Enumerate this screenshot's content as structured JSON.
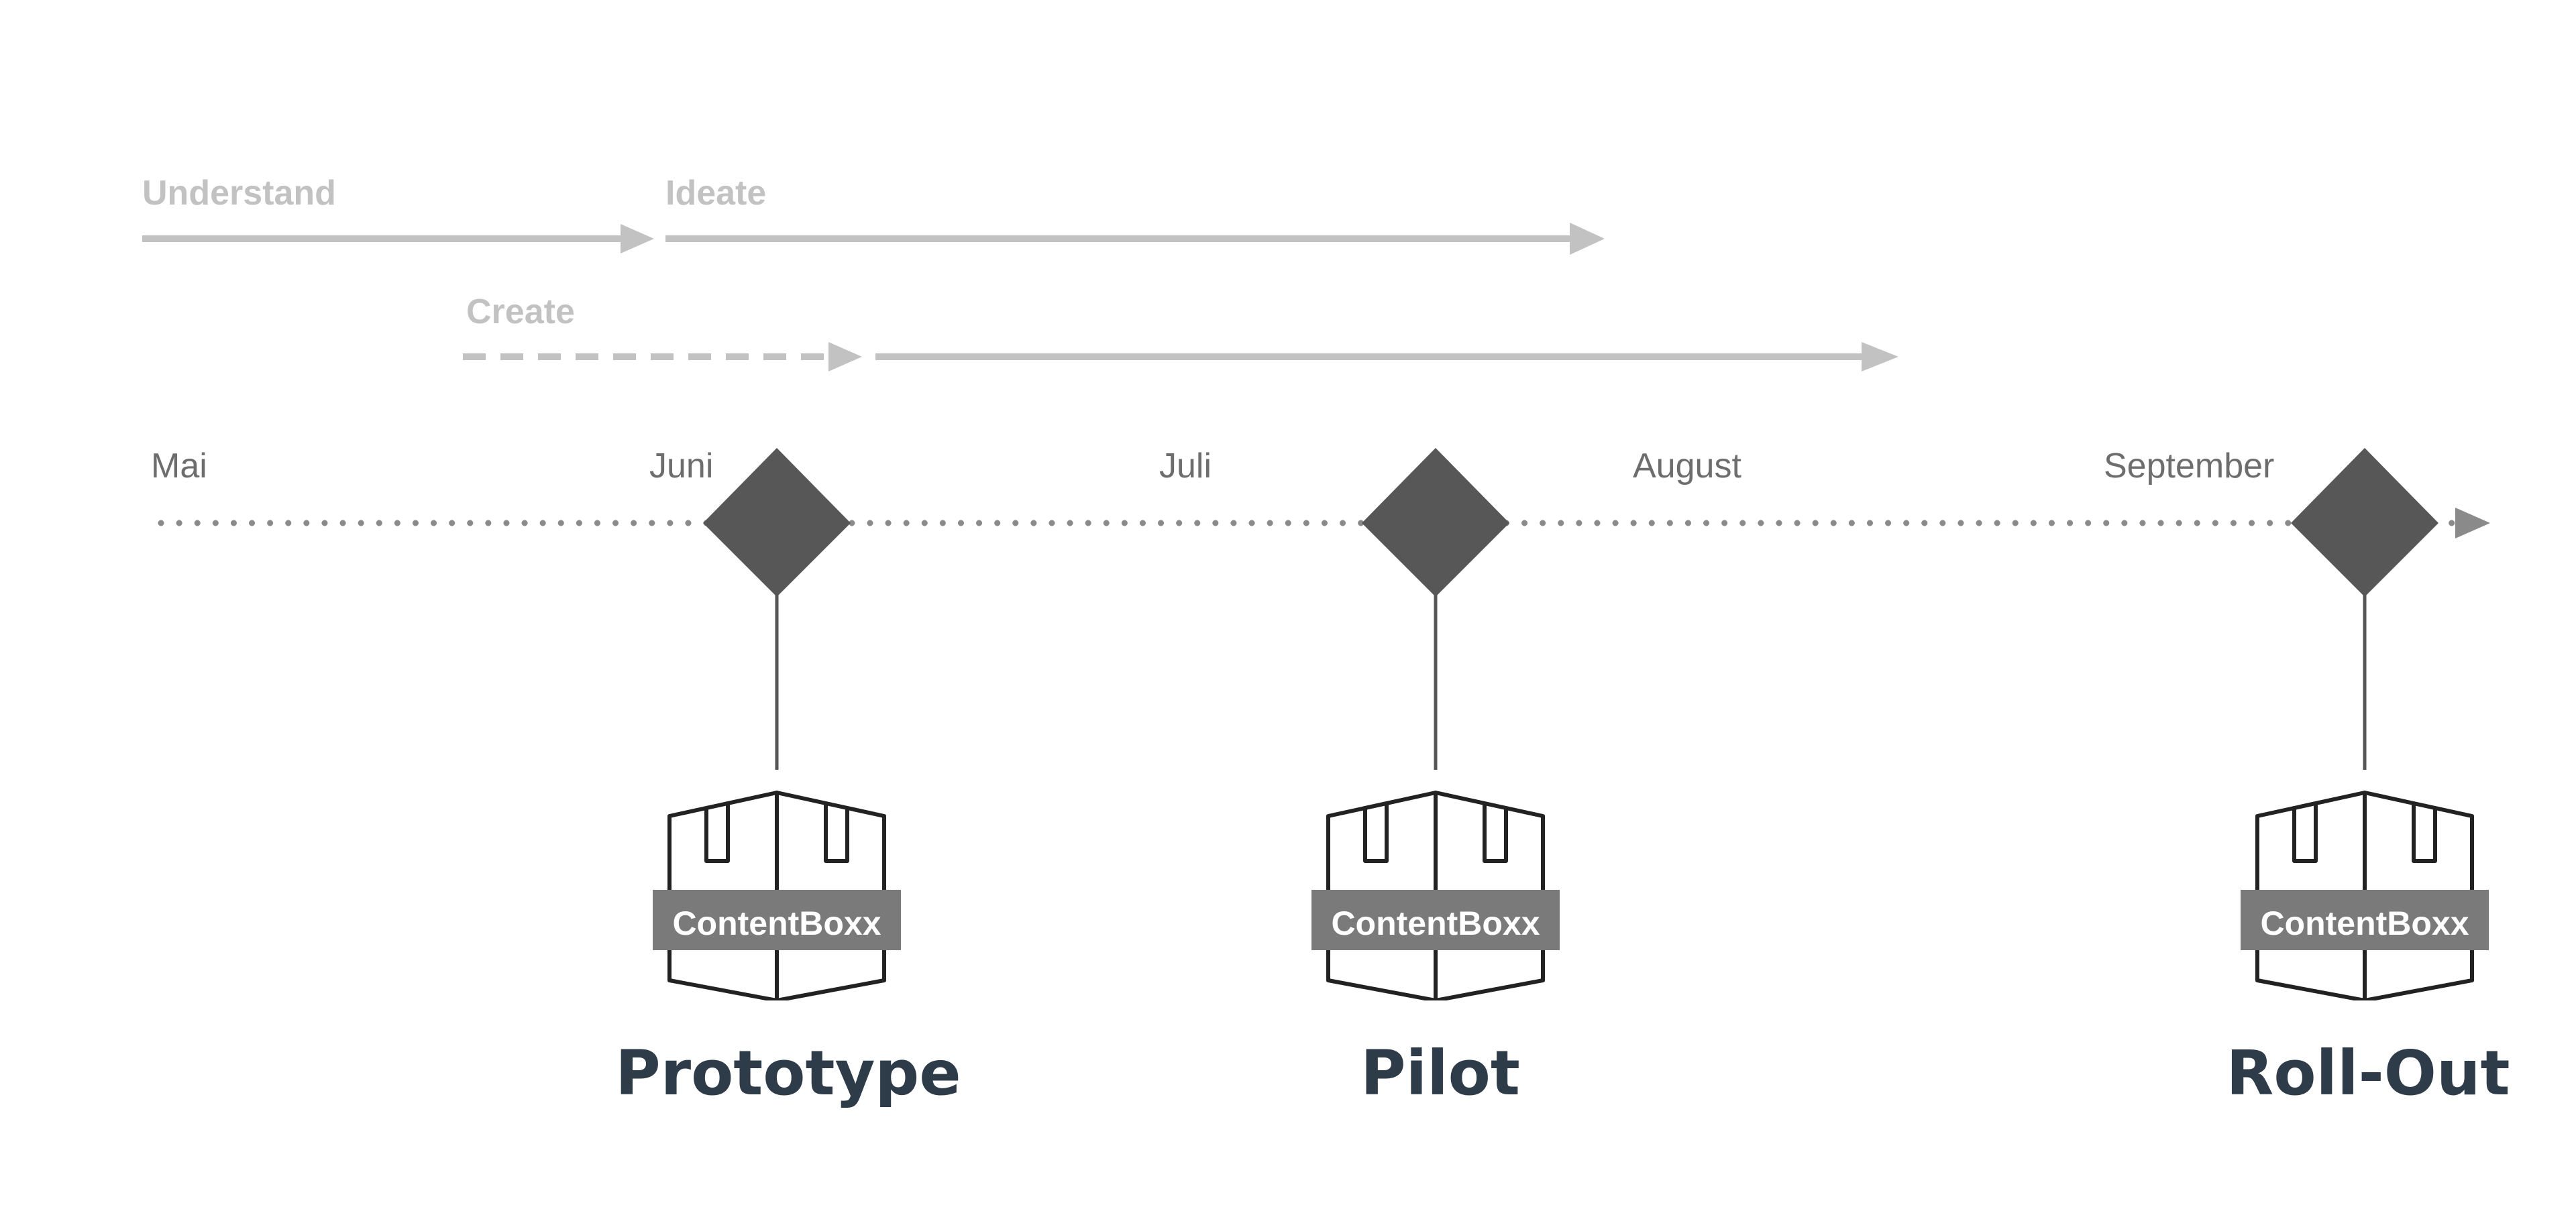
{
  "phases": [
    {
      "id": "understand",
      "label": "Understand"
    },
    {
      "id": "ideate",
      "label": "Ideate"
    },
    {
      "id": "create",
      "label": "Create"
    }
  ],
  "timeline": {
    "months": [
      "Mai",
      "Juni",
      "Juli",
      "August",
      "September"
    ]
  },
  "milestones": [
    {
      "id": "prototype",
      "label": "Prototype",
      "logo_text": "ContentBoxx"
    },
    {
      "id": "pilot",
      "label": "Pilot",
      "logo_text": "ContentBoxx"
    },
    {
      "id": "rollout",
      "label": "Roll-Out",
      "logo_text": "ContentBoxx"
    }
  ],
  "colors": {
    "phase_gray": "#c2c2c2",
    "timeline_gray": "#8a8a8a",
    "milestone_diamond": "#575757",
    "milestone_text": "#2e3b48",
    "logo_banner": "#7a7a7a"
  },
  "icons": {
    "milestone": "diamond-icon",
    "logo": "contentboxx-box-icon"
  }
}
